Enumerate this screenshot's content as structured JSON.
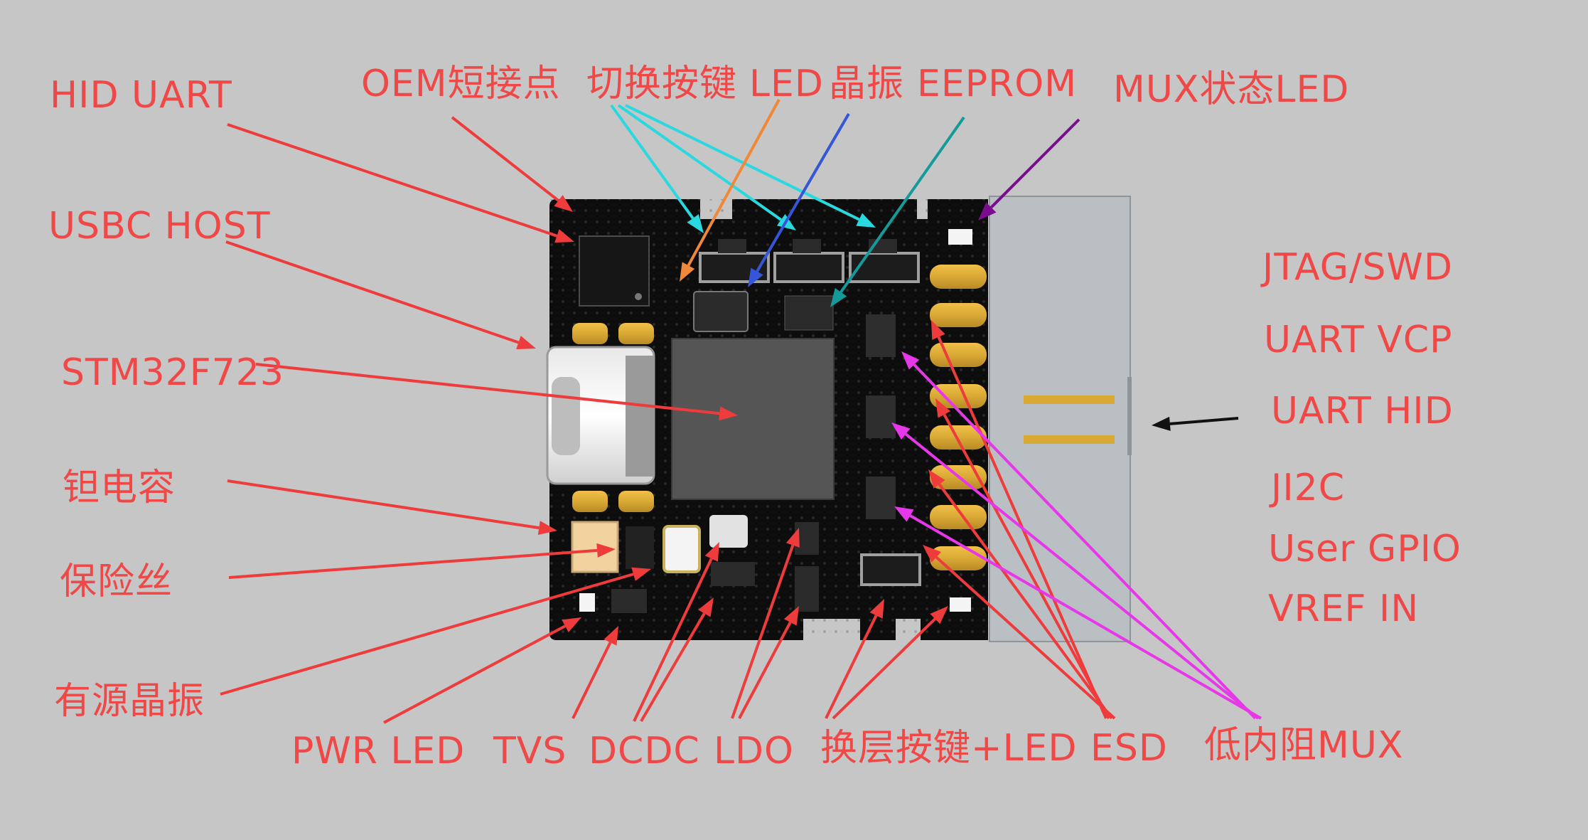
{
  "labels": {
    "hid_uart": "HID UART",
    "oem_short": "OEM短接点",
    "switch_button": "切换按键",
    "led": "LED",
    "crystal": "晶振",
    "eeprom": "EEPROM",
    "mux_status_led": "MUX状态LED",
    "usbc_host": "USBC HOST",
    "stm32": "STM32F723",
    "tantalum_cap": "钽电容",
    "fuse": "保险丝",
    "active_oscillator": "有源晶振",
    "jtag_swd": "JTAG/SWD",
    "uart_vcp": "UART VCP",
    "uart_hid": "UART HID",
    "ji2c": "JI2C",
    "user_gpio": "User GPIO",
    "vref_in": "VREF IN",
    "pwr_led": "PWR LED",
    "tvs": "TVS",
    "dcdc": "DCDC",
    "ldo": "LDO",
    "layer_button_led": "换层按键+LED",
    "esd": "ESD",
    "low_r_mux": "低内阻MUX"
  },
  "colors": {
    "background": "#c6c6c6",
    "label_red": "#f04747",
    "arrow_red": "#ee3b3b",
    "arrow_orange": "#f0883a",
    "arrow_blue": "#3556d8",
    "arrow_teal": "#159a9a",
    "arrow_cyan": "#2ad8e0",
    "arrow_purple": "#7a0c8e",
    "arrow_magenta": "#e637e8",
    "arrow_black": "#111111",
    "pcb_black": "#0d0d0d",
    "gold_pad": "#d9a935",
    "connector_gray": "#b9bfc3"
  }
}
